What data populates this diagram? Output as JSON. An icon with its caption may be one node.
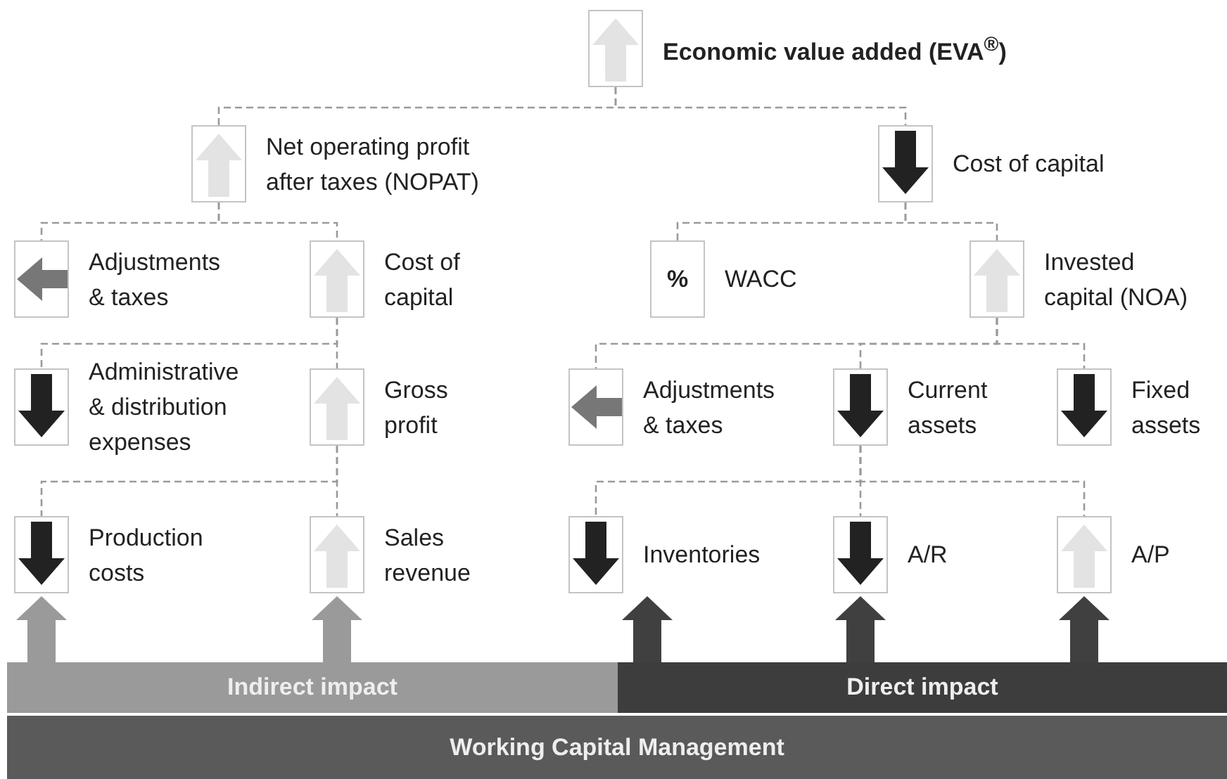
{
  "diagram": {
    "nodes": [
      {
        "text": [
          "Economic value added (EVA$^{®}$)"
        ]
      },
      {
        "text": [
          "Net operating profit after taxes (NOPAT)"
        ]
      },
      {
        "text": [
          "Cost of capital"
        ]
      },
      {
        "text": [
          "Adjustments & taxes"
        ]
      },
      {
        "text": [
          "Cost of capital"
        ]
      },
      {
        "text": [
          "%",
          "WACC"
        ]
      },
      {
        "text": [
          "Invested capital (NOA)"
        ]
      },
      {
        "text": [
          "Administrative & distribution expenses"
        ]
      },
      {
        "text": [
          "Gross profit"
        ]
      },
      {
        "text": [
          "Adjustments & taxes"
        ]
      },
      {
        "text": [
          "Current assets"
        ]
      },
      {
        "text": [
          "Fixed assets"
        ]
      },
      {
        "text": [
          "Production costs"
        ]
      },
      {
        "text": [
          "Sales revenue"
        ]
      },
      {
        "text": [
          "Inventories"
        ]
      },
      {
        "text": [
          "A/R"
        ]
      },
      {
        "text": [
          "A/P"
        ]
      },
      {
        "text": [
          "Indirect impact"
        ]
      },
      {
        "text": [
          "Direct impact"
        ]
      },
      {
        "text": [
          "Working Capital Management"
        ]
      }
    ],
    "edges": [
      {
        "from": 0,
        "to": 1,
        "arrow": "none",
        "style": "dashed"
      },
      {
        "from": 0,
        "to": 2,
        "arrow": "none",
        "style": "dashed"
      },
      {
        "from": 1,
        "to": 3,
        "arrow": "none",
        "style": "dashed"
      },
      {
        "from": 1,
        "to": 4,
        "arrow": "none",
        "style": "dashed"
      },
      {
        "from": 2,
        "to": 5,
        "arrow": "none",
        "style": "dashed"
      },
      {
        "from": 2,
        "to": 6,
        "arrow": "none",
        "style": "dashed"
      },
      {
        "from": 4,
        "to": 7,
        "arrow": "none",
        "style": "dashed"
      },
      {
        "from": 4,
        "to": 8,
        "arrow": "none",
        "style": "dashed"
      },
      {
        "from": 6,
        "to": 9,
        "arrow": "none",
        "style": "dashed"
      },
      {
        "from": 6,
        "to": 10,
        "arrow": "none",
        "style": "dashed"
      },
      {
        "from": 6,
        "to": 11,
        "arrow": "none",
        "style": "dashed"
      },
      {
        "from": 8,
        "to": 12,
        "arrow": "none",
        "style": "dashed"
      },
      {
        "from": 8,
        "to": 13,
        "arrow": "none",
        "style": "dashed"
      },
      {
        "from": 10,
        "to": 14,
        "arrow": "none",
        "style": "dashed"
      },
      {
        "from": 10,
        "to": 15,
        "arrow": "none",
        "style": "dashed"
      },
      {
        "from": 10,
        "to": 16,
        "arrow": "none",
        "style": "dashed"
      },
      {
        "from": 17,
        "to": 12,
        "arrow": "to",
        "style": "thick",
        "color": "#9a9a9a"
      },
      {
        "from": 17,
        "to": 13,
        "arrow": "to",
        "style": "thick",
        "color": "#9a9a9a"
      },
      {
        "from": 18,
        "to": 14,
        "arrow": "to",
        "style": "thick",
        "color": "#404040"
      },
      {
        "from": 18,
        "to": 15,
        "arrow": "to",
        "style": "thick",
        "color": "#404040"
      },
      {
        "from": 18,
        "to": 16,
        "arrow": "to",
        "style": "thick",
        "color": "#404040"
      }
    ]
  }
}
